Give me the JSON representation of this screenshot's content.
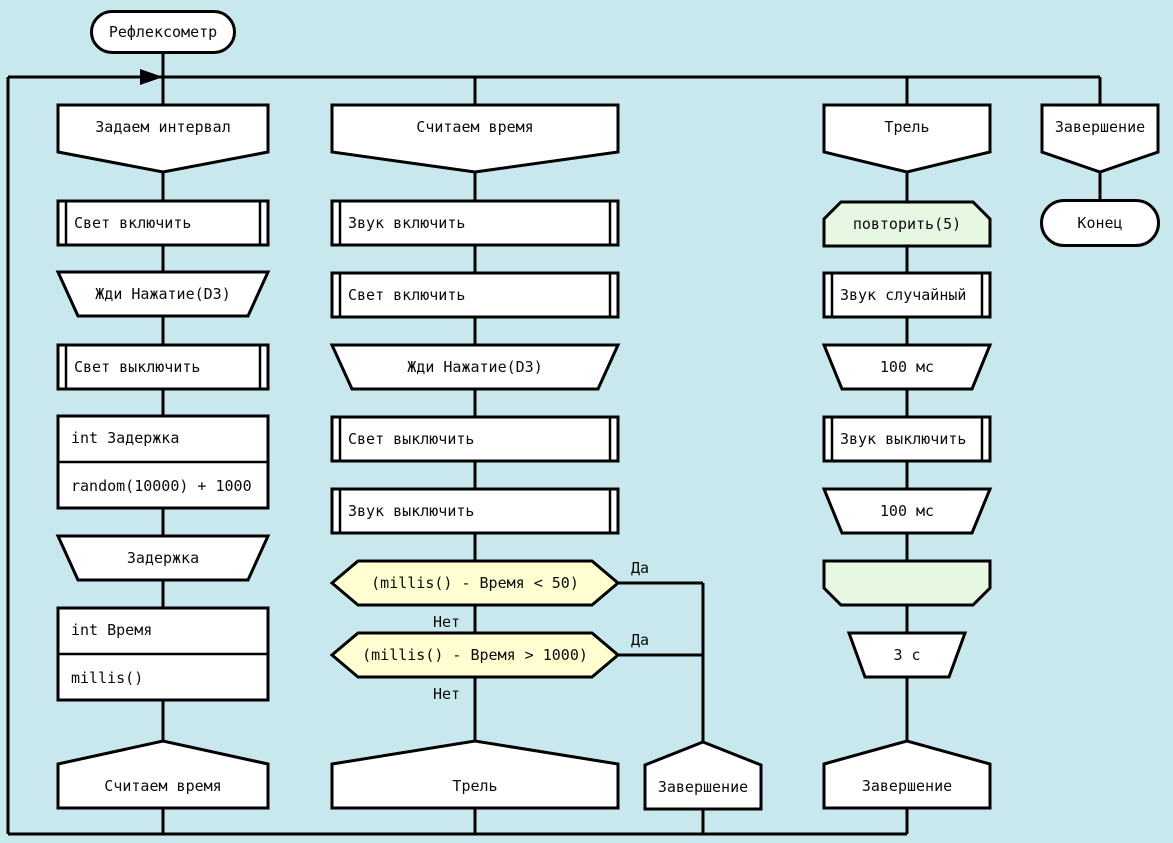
{
  "colors": {
    "background": "#c8e8ee",
    "node_fill": "#ffffff",
    "decision_fill": "#ffffd2",
    "loop_fill": "#e6f7e2",
    "stroke": "#000000"
  },
  "diagram": {
    "start": "Рефлексометр",
    "branch": {
      "yes": "Да",
      "no": "Нет"
    },
    "col1": {
      "header": "Задаем интервал",
      "light_on": "Свет включить",
      "wait_press": "Жди Нажатие(D3)",
      "light_off": "Свет выключить",
      "var_delay_name": "int Задержка",
      "var_delay_value": "random(10000) + 1000",
      "delay": "Задержка",
      "var_time_name": "int Время",
      "var_time_value": "millis()",
      "footer": "Считаем время"
    },
    "col2": {
      "header": "Считаем время",
      "sound_on": "Звук включить",
      "light_on": "Свет включить",
      "wait_press": "Жди Нажатие(D3)",
      "light_off": "Свет выключить",
      "sound_off": "Звук выключить",
      "cond_less": "(millis() - Время < 50)",
      "cond_more": "(millis() - Время > 1000)",
      "footer_trill": "Трель",
      "footer_end": "Завершение"
    },
    "col3": {
      "header": "Трель",
      "repeat": "повторить(5)",
      "sound_random": "Звук случайный",
      "pause_100_1": "100 мс",
      "sound_off": "Звук выключить",
      "pause_100_2": "100 мс",
      "loop_end": "",
      "pause_3s": "3 с",
      "footer_end": "Завершение"
    },
    "col4": {
      "header": "Завершение",
      "end": "Конец"
    }
  }
}
